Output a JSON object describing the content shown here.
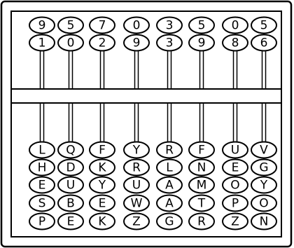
{
  "puzzle": {
    "upper_rows": [
      [
        "9",
        "5",
        "7",
        "0",
        "3",
        "5",
        "0",
        "5"
      ],
      [
        "1",
        "0",
        "2",
        "9",
        "3",
        "9",
        "8",
        "6"
      ]
    ],
    "lower_rows": [
      [
        "L",
        "Q",
        "F",
        "Y",
        "R",
        "F",
        "U",
        "V"
      ],
      [
        "H",
        "D",
        "K",
        "R",
        "L",
        "N",
        "E",
        "G"
      ],
      [
        "E",
        "U",
        "Y",
        "U",
        "A",
        "M",
        "O",
        "Y"
      ],
      [
        "S",
        "B",
        "E",
        "W",
        "A",
        "T",
        "P",
        "O"
      ],
      [
        "P",
        "E",
        "K",
        "Z",
        "G",
        "R",
        "Z",
        "N"
      ]
    ]
  },
  "colors": {
    "line": "#000000",
    "background": "#ffffff"
  }
}
